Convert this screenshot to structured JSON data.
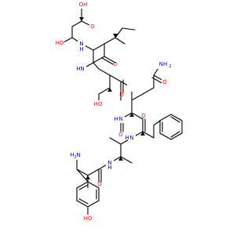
{
  "atom_labels": {
    "cooh_oh": "OH",
    "cooh_o": "O",
    "ser_oh_top": "HO",
    "nh_ile": "N",
    "h_ile": "H",
    "o_ile": "O",
    "nh_ser": "N",
    "h_ser": "H",
    "ser_oh_mid": "HO",
    "amide_nh2": "NH",
    "amide_nh2_sub": "2",
    "amide_o": "O",
    "o_ser": "O",
    "nh_gln": "N",
    "h_gln": "H",
    "o_gln": "O",
    "nh_phe": "N",
    "h_phe": "H",
    "o_phe": "O",
    "nh_ala": "N",
    "h_ala": "H",
    "o_ala": "O",
    "h2n": "H",
    "h2n_n": "N",
    "h2n_sub": "2",
    "tyr_oh": "HO"
  },
  "colors": {
    "bond": "#000000",
    "oxygen": "#ff0000",
    "nitrogen": "#0000ff",
    "background": "#ffffff"
  }
}
